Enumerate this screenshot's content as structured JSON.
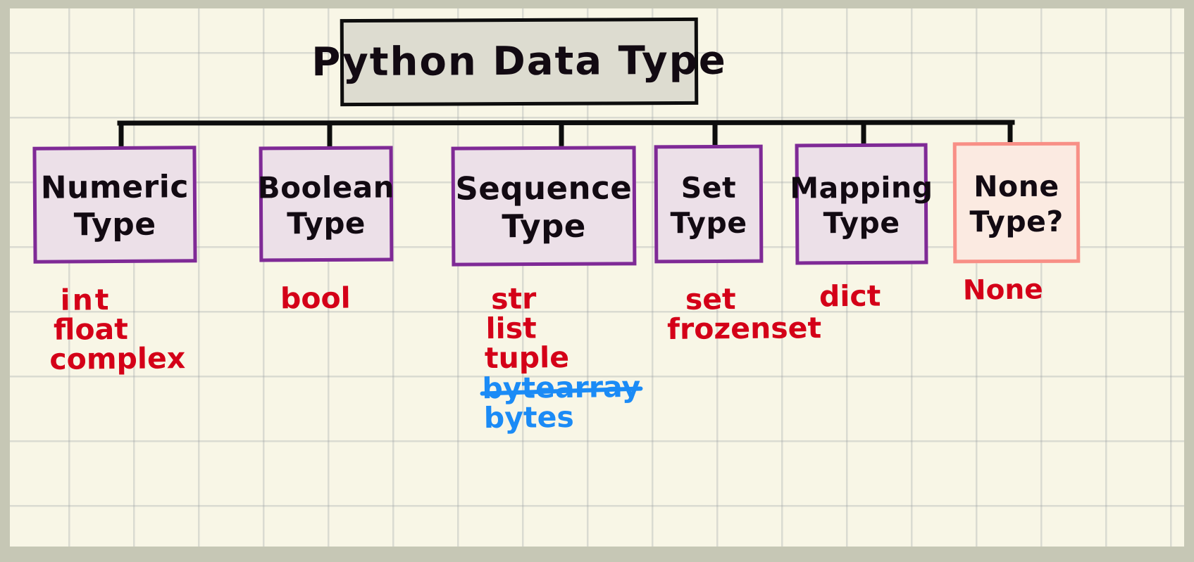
{
  "diagram": {
    "title": "Python Data Type",
    "style": {
      "paper_bg": "#f8f6e6",
      "frame_bg": "#c6c7b5",
      "grid_line": "#9aa0a6",
      "root_border": "#0d0d0d",
      "root_fill": "#dddcd0",
      "node_border": "#7f2a96",
      "node_fill": "#ece0e8",
      "optional_border": "#f88f86",
      "optional_fill": "#fbeae1",
      "leaf_red": "#d40018",
      "leaf_blue": "#1b8bf6",
      "connector": "#0d0d0d"
    },
    "root": {
      "label": "Python Data Type"
    },
    "categories": [
      {
        "id": "numeric",
        "line1": "Numeric",
        "line2": "Type",
        "optional": false,
        "leaves": [
          {
            "text": "int",
            "color": "red",
            "struck": false
          },
          {
            "text": "float",
            "color": "red",
            "struck": false
          },
          {
            "text": "complex",
            "color": "red",
            "struck": false
          }
        ]
      },
      {
        "id": "boolean",
        "line1": "Boolean",
        "line2": "Type",
        "optional": false,
        "leaves": [
          {
            "text": "bool",
            "color": "red",
            "struck": false
          }
        ]
      },
      {
        "id": "sequence",
        "line1": "Sequence",
        "line2": "Type",
        "optional": false,
        "leaves": [
          {
            "text": "str",
            "color": "red",
            "struck": false
          },
          {
            "text": "list",
            "color": "red",
            "struck": false
          },
          {
            "text": "tuple",
            "color": "red",
            "struck": false
          },
          {
            "text": "bytearray",
            "color": "blue",
            "struck": true
          },
          {
            "text": "bytes",
            "color": "blue",
            "struck": false
          }
        ]
      },
      {
        "id": "set",
        "line1": "Set",
        "line2": "Type",
        "optional": false,
        "leaves": [
          {
            "text": "set",
            "color": "red",
            "struck": false
          },
          {
            "text": "frozenset",
            "color": "red",
            "struck": false
          }
        ]
      },
      {
        "id": "mapping",
        "line1": "Mapping",
        "line2": "Type",
        "optional": false,
        "leaves": [
          {
            "text": "dict",
            "color": "red",
            "struck": false
          }
        ]
      },
      {
        "id": "none",
        "line1": "None",
        "line2": "Type?",
        "optional": true,
        "leaves": [
          {
            "text": "None",
            "color": "red",
            "struck": false
          }
        ]
      }
    ]
  }
}
